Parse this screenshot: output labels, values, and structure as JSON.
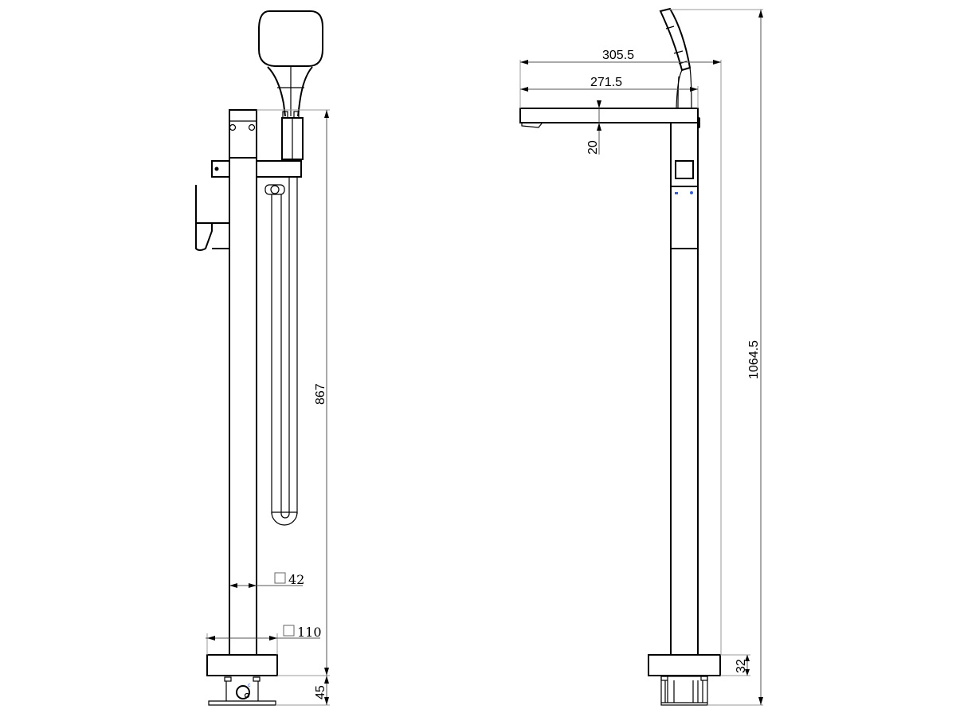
{
  "drawing": {
    "subject": "Freestanding bath mixer with hand shower",
    "views": [
      {
        "name": "front-view",
        "dimensions": {
          "spout_height": "867",
          "column_square": "42",
          "base_square": "110",
          "base_to_floor": "45"
        }
      },
      {
        "name": "side-view",
        "dimensions": {
          "overall_reach": "305.5",
          "spout_reach": "271.5",
          "spout_thickness": "20",
          "overall_height": "1064.5",
          "base_plate_height": "32"
        }
      }
    ],
    "symbols": {
      "square": "□"
    },
    "colors": {
      "line": "#000000",
      "dimension_line": "#555555",
      "extension_line": "#9a9a9a",
      "marker": "#3b5fd1"
    }
  }
}
